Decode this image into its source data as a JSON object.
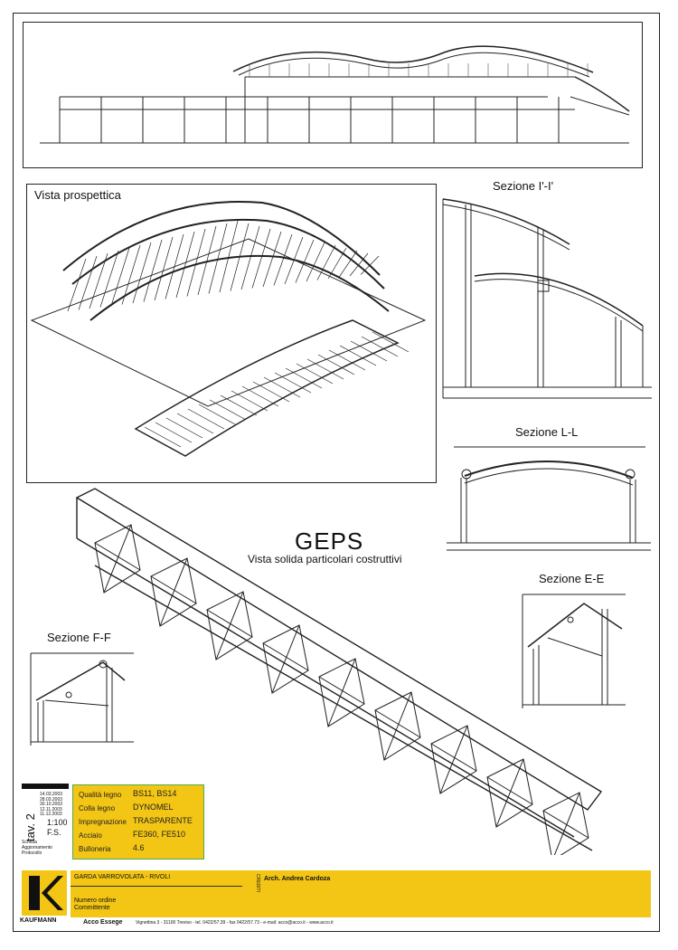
{
  "drawing": {
    "title": "GEPS",
    "subtitle": "Vista solida particolari costruttivi",
    "views": {
      "perspective": "Vista prospettica",
      "section_ii": "Sezione I'-I'",
      "section_ll": "Sezione L-L",
      "section_ee": "Sezione E-E",
      "section_ff": "Sezione F-F"
    }
  },
  "title_block": {
    "sheet": "tav. 2",
    "scale": "1:100",
    "format": "F.S.",
    "dates": [
      "14.03.2003",
      "28.03.2003",
      "30.10.2003",
      "12.11.2003",
      "11.12.2003"
    ],
    "notes": [
      "Scheda",
      "Aggiornamento",
      "Protocollo"
    ]
  },
  "specs": [
    {
      "label": "Qualità legno",
      "value": "BS11, BS14"
    },
    {
      "label": "Colla legno",
      "value": "DYNOMEL"
    },
    {
      "label": "Impregnazione",
      "value": "TRASPARENTE"
    },
    {
      "label": "Acciaio",
      "value": "FE360, FE510"
    },
    {
      "label": "Bulloneria",
      "value": "4.6"
    }
  ],
  "footer": {
    "company": "KAUFMANN",
    "project_line": "GARDA VARROVOLATA - RIVOLI",
    "field1": "Numero ordine",
    "field2": "Committente",
    "designer": "Arch. Andrea Cardoza",
    "designer_vertical": "CREDITI",
    "partner": "Acco Essege",
    "address_line": "Vignettina 3 - 31100 Treviso - tel. 0422/57.39 - fax 0422/57.73 - e-mail: acco@acco.it - www.acco.it"
  }
}
